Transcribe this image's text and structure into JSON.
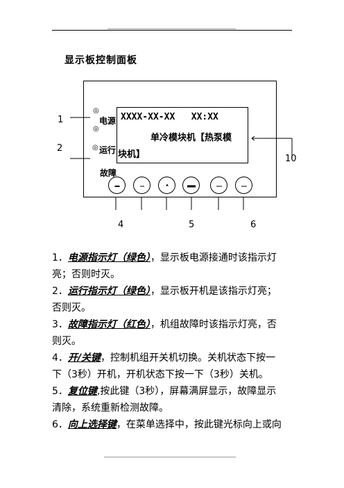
{
  "title": "显示板控制面板",
  "lcd": {
    "line1": "XXXX-XX-XX   XX:XX",
    "line2": "单冷模块机【热泵模",
    "line3": "块机】"
  },
  "indicators": {
    "power": {
      "symbol": "◎",
      "label": "电源"
    },
    "run": {
      "symbol": "◎",
      "label": ""
    },
    "run2": {
      "symbol": "◎",
      "label": "运行"
    },
    "fault": {
      "label": "故障"
    }
  },
  "callouts": {
    "n1": "1",
    "n2": "2",
    "n4": "4",
    "n5": "5",
    "n6": "6",
    "n10": "10"
  },
  "items": [
    {
      "num": "1．",
      "term": "电源指示灯（绿色）",
      "desc": "，显示板电源接通时该指示灯亮；否则时灭。"
    },
    {
      "num": "2．",
      "term": "运行指示灯（绿色）",
      "desc": "，显示板开机是该指示灯亮；否则灭。"
    },
    {
      "num": "3．",
      "term": "故障指示灯（红色）",
      "desc": "，机组故障时该指示灯亮，否则灭。"
    },
    {
      "num": "4．",
      "term": "开/关键",
      "desc": "，控制机组开关机切换。关机状态下按一下（3秒）开机，开机状态下按一下（3秒）关机。"
    },
    {
      "num": "5．",
      "term": "复位键",
      "desc": ",按此键（3秒），屏幕满屏显示，故障显示清除，系统重新检测故障。"
    },
    {
      "num": "6．",
      "term": "向上选择键",
      "desc": "，在菜单选择中，按此键光标向上或向"
    }
  ]
}
